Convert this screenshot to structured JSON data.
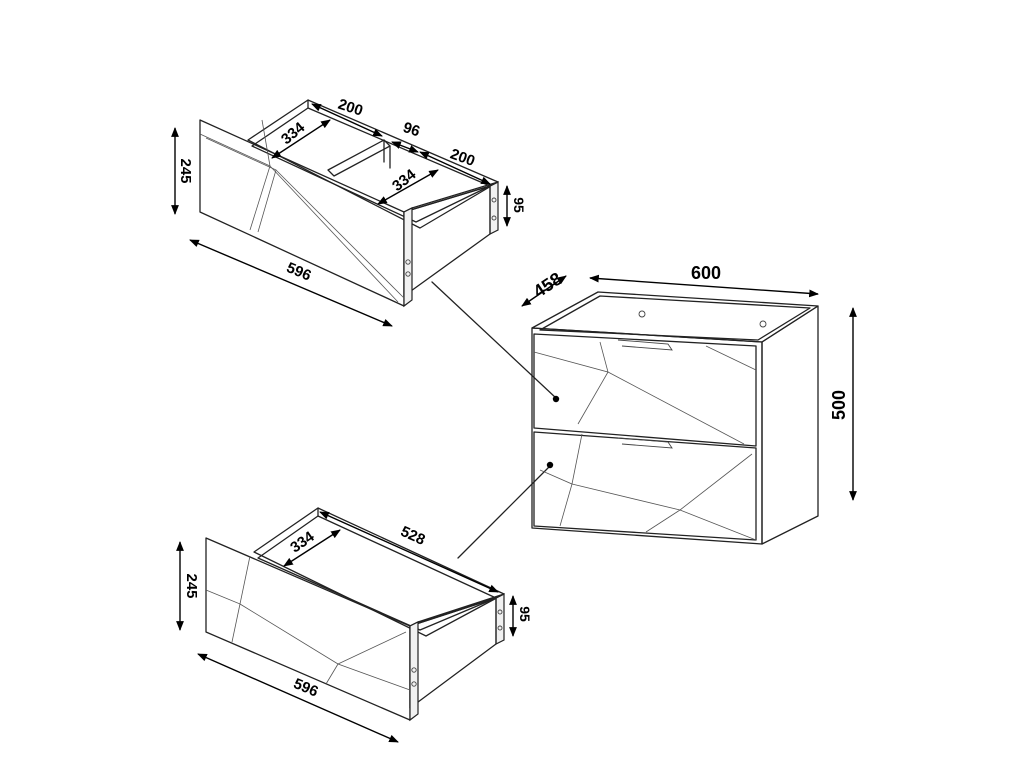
{
  "dimensions": {
    "top_drawer": {
      "height": "245",
      "length": "596",
      "compartment_left_width": "200",
      "compartment_left_depth": "334",
      "divider": "96",
      "compartment_right_width": "200",
      "compartment_right_depth": "334",
      "side_height": "95"
    },
    "cabinet": {
      "depth": "458",
      "width": "600",
      "height": "500"
    },
    "bottom_drawer": {
      "height": "245",
      "length": "596",
      "inner_depth": "334",
      "inner_length": "528",
      "side_height": "95"
    }
  },
  "colors": {
    "line": "#222222",
    "dimension": "#000000"
  }
}
